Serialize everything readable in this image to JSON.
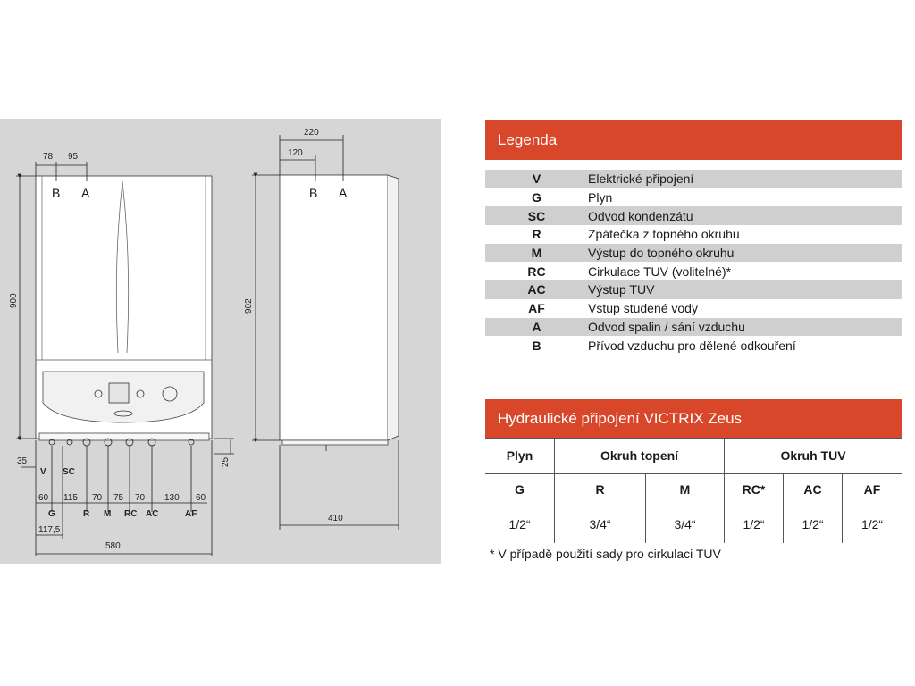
{
  "drawing": {
    "front": {
      "top_dims": [
        "78",
        "95"
      ],
      "top_letters": [
        "B",
        "A"
      ],
      "height": "900",
      "bottom_left": [
        "35"
      ],
      "bottom_right": "25",
      "conn_labels_row1": [
        "V",
        "SC"
      ],
      "spacings": [
        "60",
        "115",
        "70",
        "75",
        "70",
        "130",
        "60"
      ],
      "conn_labels_row2": [
        "G",
        "R",
        "M",
        "RC",
        "AC",
        "AF"
      ],
      "offset": "117,5",
      "width": "580"
    },
    "side": {
      "top_dims": [
        "220",
        "120"
      ],
      "top_letters": [
        "B",
        "A"
      ],
      "height": "902",
      "depth": "410"
    }
  },
  "legend": {
    "title": "Legenda",
    "rows": [
      {
        "code": "V",
        "desc": "Elektrické připojení"
      },
      {
        "code": "G",
        "desc": "Plyn"
      },
      {
        "code": "SC",
        "desc": "Odvod kondenzátu"
      },
      {
        "code": "R",
        "desc": "Zpátečka z topného okruhu"
      },
      {
        "code": "M",
        "desc": "Výstup do topného okruhu"
      },
      {
        "code": "RC",
        "desc": "Cirkulace TUV (volitelné)*"
      },
      {
        "code": "AC",
        "desc": "Výstup TUV"
      },
      {
        "code": "AF",
        "desc": "Vstup studené vody"
      },
      {
        "code": "A",
        "desc": "Odvod spalin / sání vzduchu"
      },
      {
        "code": "B",
        "desc": "Přívod vzduchu pro dělené odkouření"
      }
    ]
  },
  "hydraulic": {
    "title": "Hydraulické připojení VICTRIX Zeus",
    "groups": [
      "Plyn",
      "Okruh topení",
      "Okruh TUV"
    ],
    "codes": [
      "G",
      "R",
      "M",
      "RC*",
      "AC",
      "AF"
    ],
    "sizes": [
      "1/2“",
      "3/4“",
      "3/4“",
      "1/2“",
      "1/2“",
      "1/2“"
    ],
    "footnote": "* V případě použití sady pro cirkulaci TUV"
  },
  "colors": {
    "accent": "#d9472b",
    "drawing_bg": "#d6d6d6",
    "row_shade": "#cfcfcf"
  }
}
